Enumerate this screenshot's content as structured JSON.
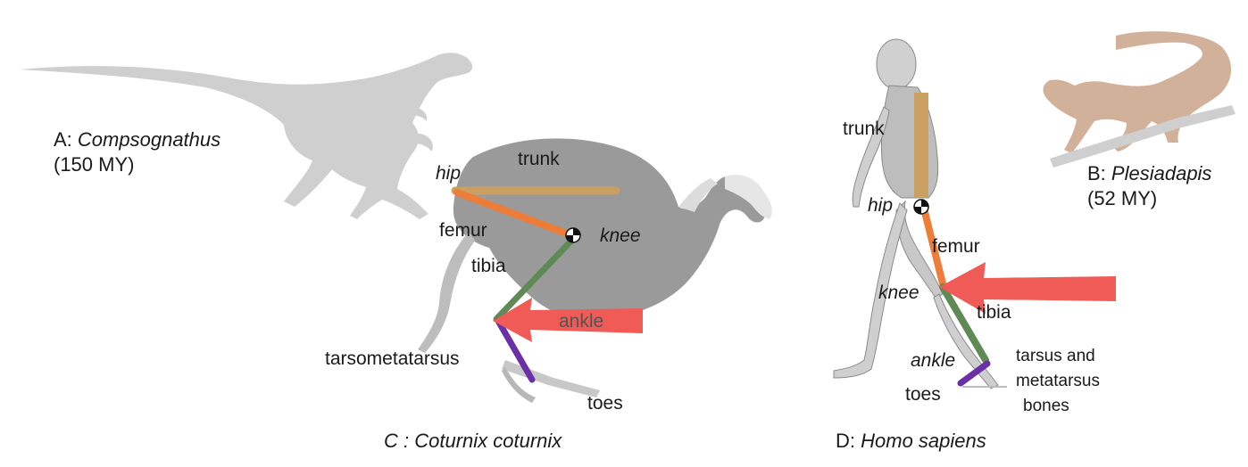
{
  "panels": {
    "a": {
      "letter": "A:",
      "genus": "Compsognathus",
      "age": "(150 MY)"
    },
    "b": {
      "letter": "B:",
      "genus": "Plesiadapis",
      "age": "(52 MY)"
    },
    "c": {
      "caption": "C : Coturnix coturnix"
    },
    "d": {
      "letter": "D:",
      "species": "Homo sapiens"
    }
  },
  "bird": {
    "trunk": "trunk",
    "hip": "hip",
    "femur": "femur",
    "knee": "knee",
    "tibia": "tibia",
    "ankle": "ankle",
    "tarsometatarsus": "tarsometatarsus",
    "toes": "toes"
  },
  "human": {
    "trunk": "trunk",
    "hip": "hip",
    "femur": "femur",
    "knee": "knee",
    "tibia": "tibia",
    "ankle": "ankle",
    "tarsus": [
      "tarsus and",
      "metatarsus",
      "bones"
    ],
    "toes": "toes"
  },
  "colors": {
    "trunk": "#c9a061",
    "femur": "#ef7d3a",
    "tibia": "#5f8a55",
    "tarsus": "#6b2fa8",
    "arrow": "#f05a57",
    "silhouette_dino": "#cfcfcf",
    "silhouette_primate": "#d2b19a"
  }
}
